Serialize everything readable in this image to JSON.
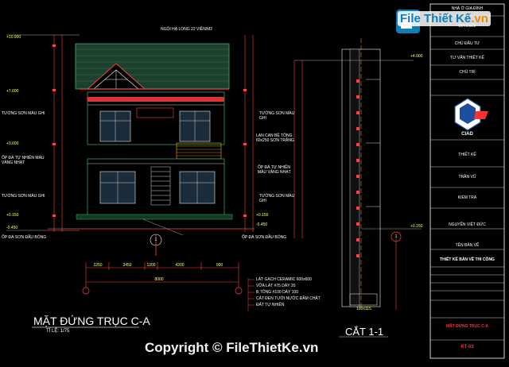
{
  "watermark": {
    "logo_text": "File Thiết Kế",
    "logo_suffix": ".vn",
    "copyright": "Copyright © FileThietKe.vn"
  },
  "elevation": {
    "title": "MẶT ĐỨNG TRỤC C-A",
    "scale": "TỈ LỆ: 1/75",
    "roof_note": "NGÓI HẠ LONG 22 VIÊN/M2",
    "left_labels": [
      "TƯỜNG SƠN MÀU GHI",
      "ỐP ĐÁ TỰ NHIÊN MÀU VÀNG NHẠT",
      "TƯỜNG SƠN MÀU GHI",
      "ỐP ĐÁ SƠN ĐẦU BÓNG"
    ],
    "right_labels": [
      "TƯỜNG SƠN MÀU GHI",
      "LAN CAN BÊ TÔNG 60x250 SƠN TRẮNG",
      "ỐP ĐÁ TỰ NHIÊN MÀU VÀNG NHẠT",
      "TƯỜNG SƠN MÀU GHI",
      "ỐP ĐÁ SƠN ĐẦU BÓNG"
    ],
    "levels": [
      "+10.900",
      "+7.600",
      "+3.600",
      "+0.150",
      "-0.450",
      "+0.150",
      "-0.450"
    ],
    "bottom_dims": [
      "2250",
      "3450",
      "1200",
      "4200",
      "900"
    ],
    "total_dim": "8000",
    "section_mark": "1",
    "layers": [
      "LÁT GẠCH CERAMIC 600x600",
      "VỮA LÁT #75 DÀY 20",
      "B.TÔNG #100 DÀY 100",
      "CÁT ĐEN TƯỚI NƯỚC ĐẦM CHẶT",
      "ĐẤT TỰ NHIÊN"
    ]
  },
  "section": {
    "title": "CẮT 1-1",
    "level_top": "+4.000",
    "level_bottom": "+0.150",
    "mark": "1",
    "bottom_label": "100x115"
  },
  "title_block": {
    "company": "CIAD",
    "drawing_name": "MẶT ĐỨNG TRỤC C-A",
    "sheet_no": "KT-03",
    "project": "THIẾT KẾ BẢN VẼ THI CÔNG",
    "designer": "NGUYỄN VIỆT ĐỨC",
    "checker": "TRẦN VŨ",
    "lines": [
      "NHÀ Ở GIA ĐÌNH",
      "ĐỊA ĐIỂM",
      "CHỦ ĐẦU TƯ",
      "TƯ VẤN THIẾT KẾ",
      "CHỦ TRÌ",
      "THIẾT KẾ",
      "KIỂM TRA",
      "TÊN BẢN VẼ"
    ]
  }
}
